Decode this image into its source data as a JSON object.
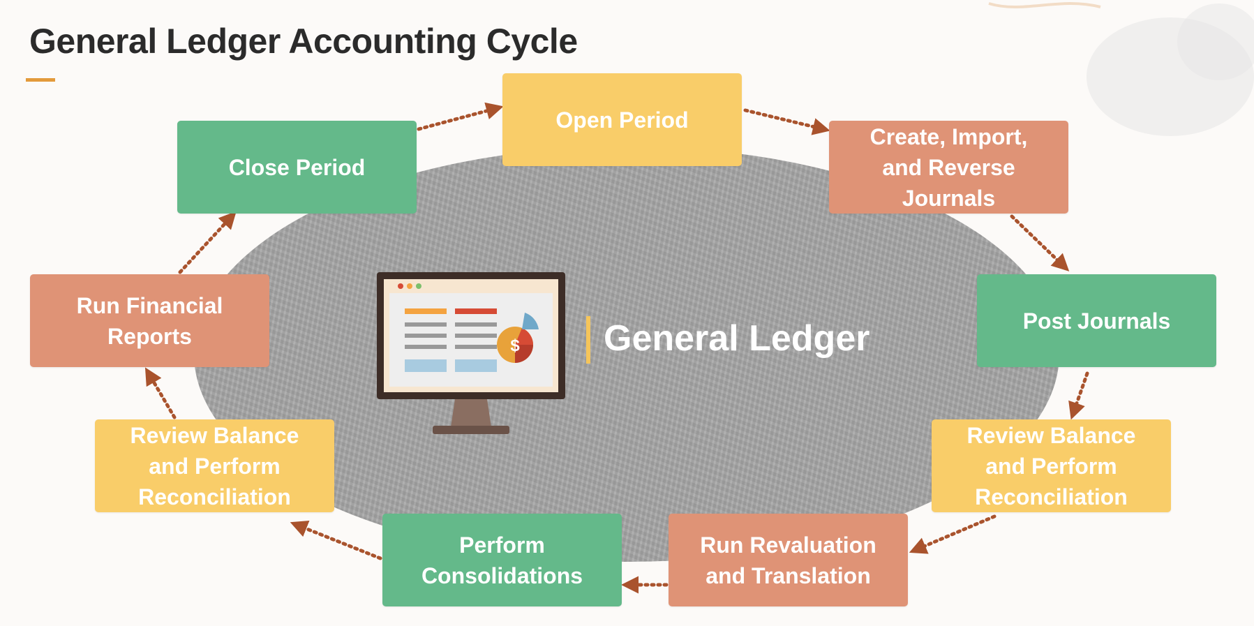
{
  "title": "General Ledger Accounting Cycle",
  "center": {
    "label": "General Ledger",
    "icon": "general-ledger-computer-icon"
  },
  "steps": [
    {
      "id": "open-period",
      "label": "Open Period",
      "color": "#f9cd69"
    },
    {
      "id": "create-import-reverse",
      "label": "Create, Import,\nand Reverse\nJournals",
      "color": "#df9376"
    },
    {
      "id": "post-journals",
      "label": "Post Journals",
      "color": "#64b98a"
    },
    {
      "id": "review-balance-right",
      "label": "Review Balance\nand Perform\nReconciliation",
      "color": "#f9cd69"
    },
    {
      "id": "run-revaluation",
      "label": "Run Revaluation\nand Translation",
      "color": "#df9376"
    },
    {
      "id": "perform-consolidations",
      "label": "Perform\nConsolidations",
      "color": "#64b98a"
    },
    {
      "id": "review-balance-left",
      "label": "Review Balance\nand Perform\nReconciliation",
      "color": "#f9cd69"
    },
    {
      "id": "run-financial-reports",
      "label": "Run Financial\nReports",
      "color": "#df9376"
    },
    {
      "id": "close-period",
      "label": "Close Period",
      "color": "#64b98a"
    }
  ],
  "colors": {
    "arrow": "#a9532d",
    "title_accent": "#e39a3b",
    "ellipse": "#a6a6a6"
  }
}
